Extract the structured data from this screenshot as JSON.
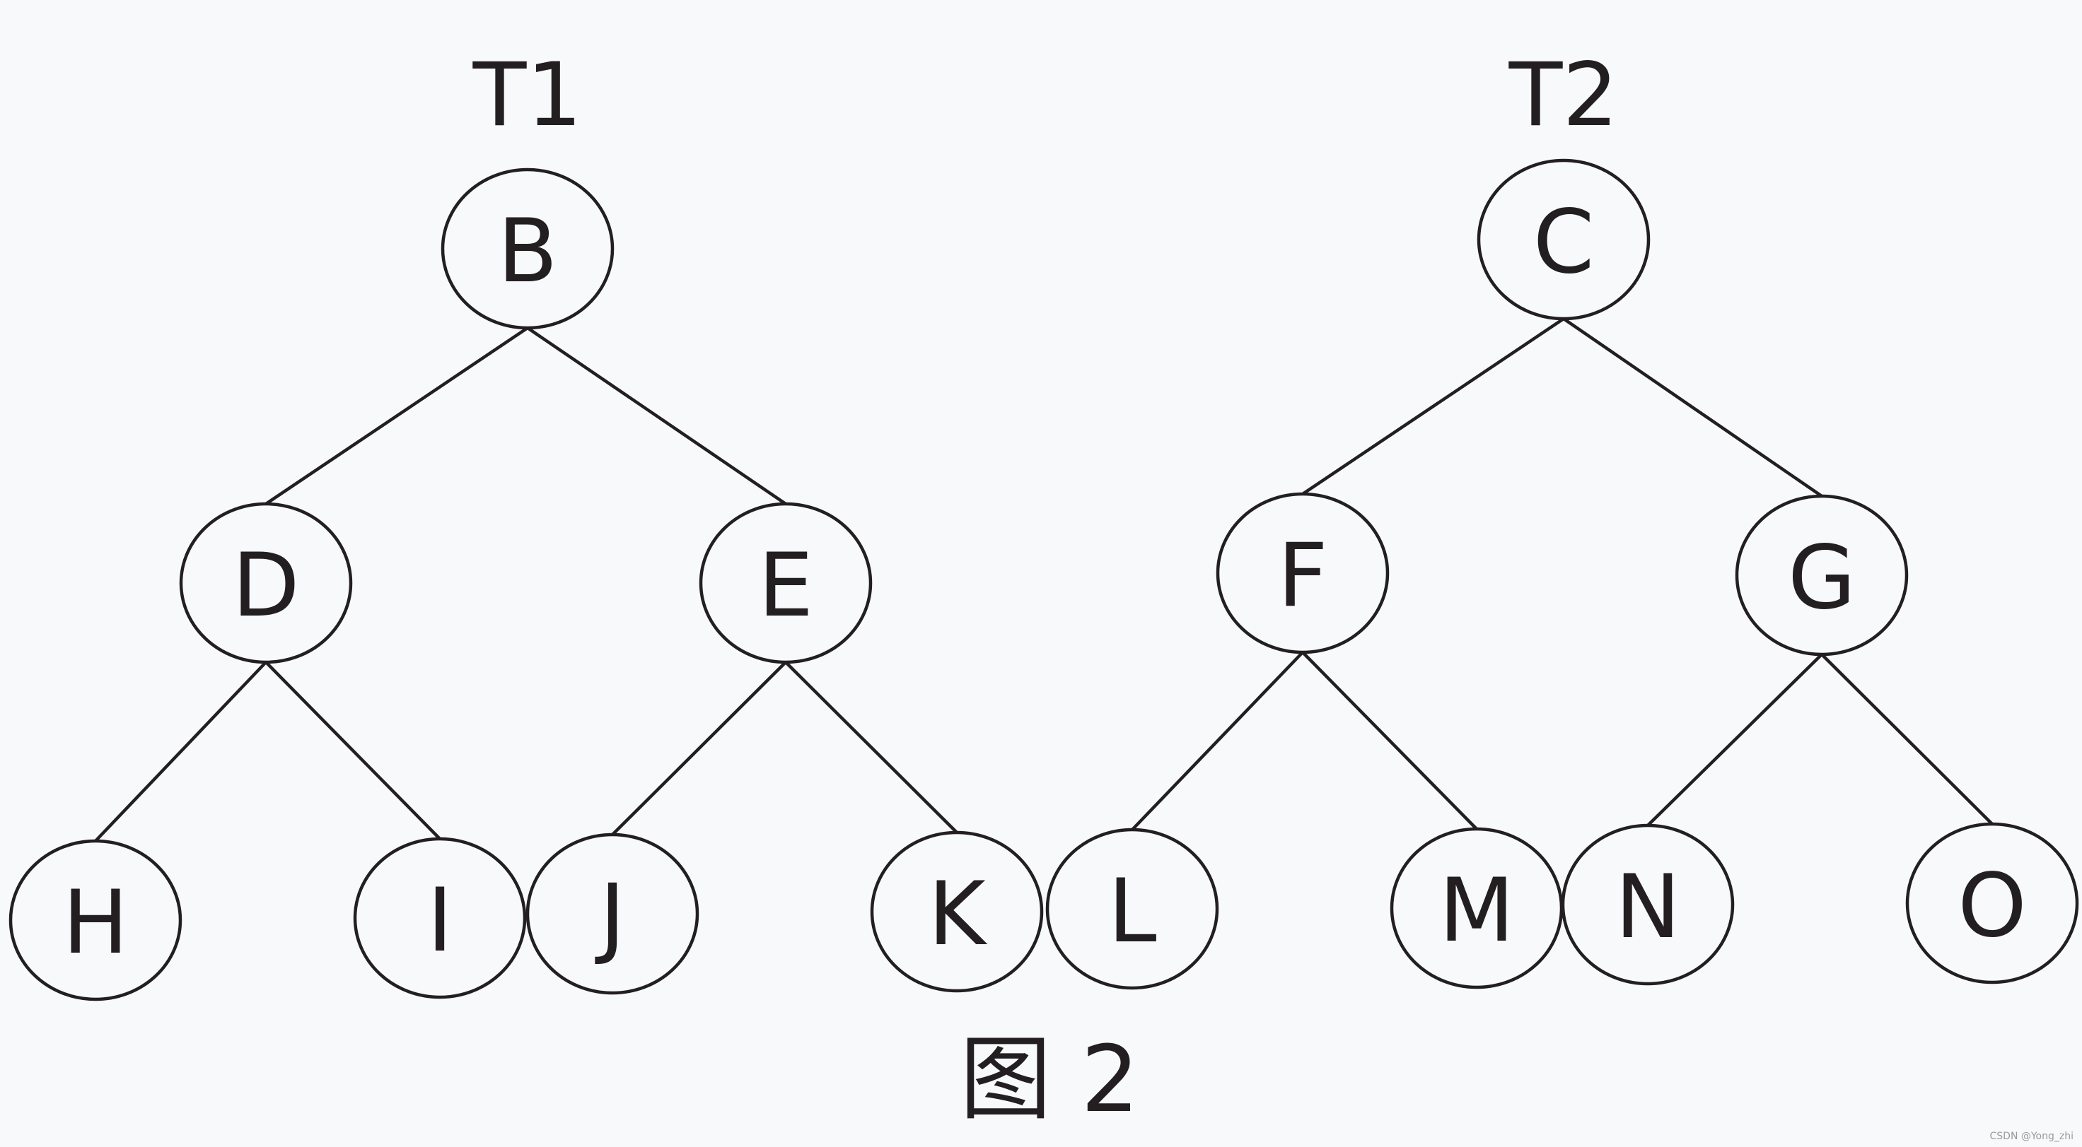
{
  "trees": [
    {
      "id": "T1",
      "title": "T1",
      "nodes": [
        {
          "id": "B",
          "label": "B"
        },
        {
          "id": "D",
          "label": "D"
        },
        {
          "id": "E",
          "label": "E"
        },
        {
          "id": "H",
          "label": "H"
        },
        {
          "id": "I",
          "label": "I"
        },
        {
          "id": "J",
          "label": "J"
        },
        {
          "id": "K",
          "label": "K"
        }
      ],
      "edges": [
        [
          "B",
          "D"
        ],
        [
          "B",
          "E"
        ],
        [
          "D",
          "H"
        ],
        [
          "D",
          "I"
        ],
        [
          "E",
          "J"
        ],
        [
          "E",
          "K"
        ]
      ]
    },
    {
      "id": "T2",
      "title": "T2",
      "nodes": [
        {
          "id": "C",
          "label": "C"
        },
        {
          "id": "F",
          "label": "F"
        },
        {
          "id": "G",
          "label": "G"
        },
        {
          "id": "L",
          "label": "L"
        },
        {
          "id": "M",
          "label": "M"
        },
        {
          "id": "N",
          "label": "N"
        },
        {
          "id": "O",
          "label": "O"
        }
      ],
      "edges": [
        [
          "C",
          "F"
        ],
        [
          "C",
          "G"
        ],
        [
          "F",
          "L"
        ],
        [
          "F",
          "M"
        ],
        [
          "G",
          "N"
        ],
        [
          "G",
          "O"
        ]
      ]
    }
  ],
  "caption": "图 2",
  "watermark": "CSDN @Yong_zhi",
  "colors": {
    "background": "#f7f9fb",
    "stroke": "#231f20",
    "text": "#231f20"
  }
}
